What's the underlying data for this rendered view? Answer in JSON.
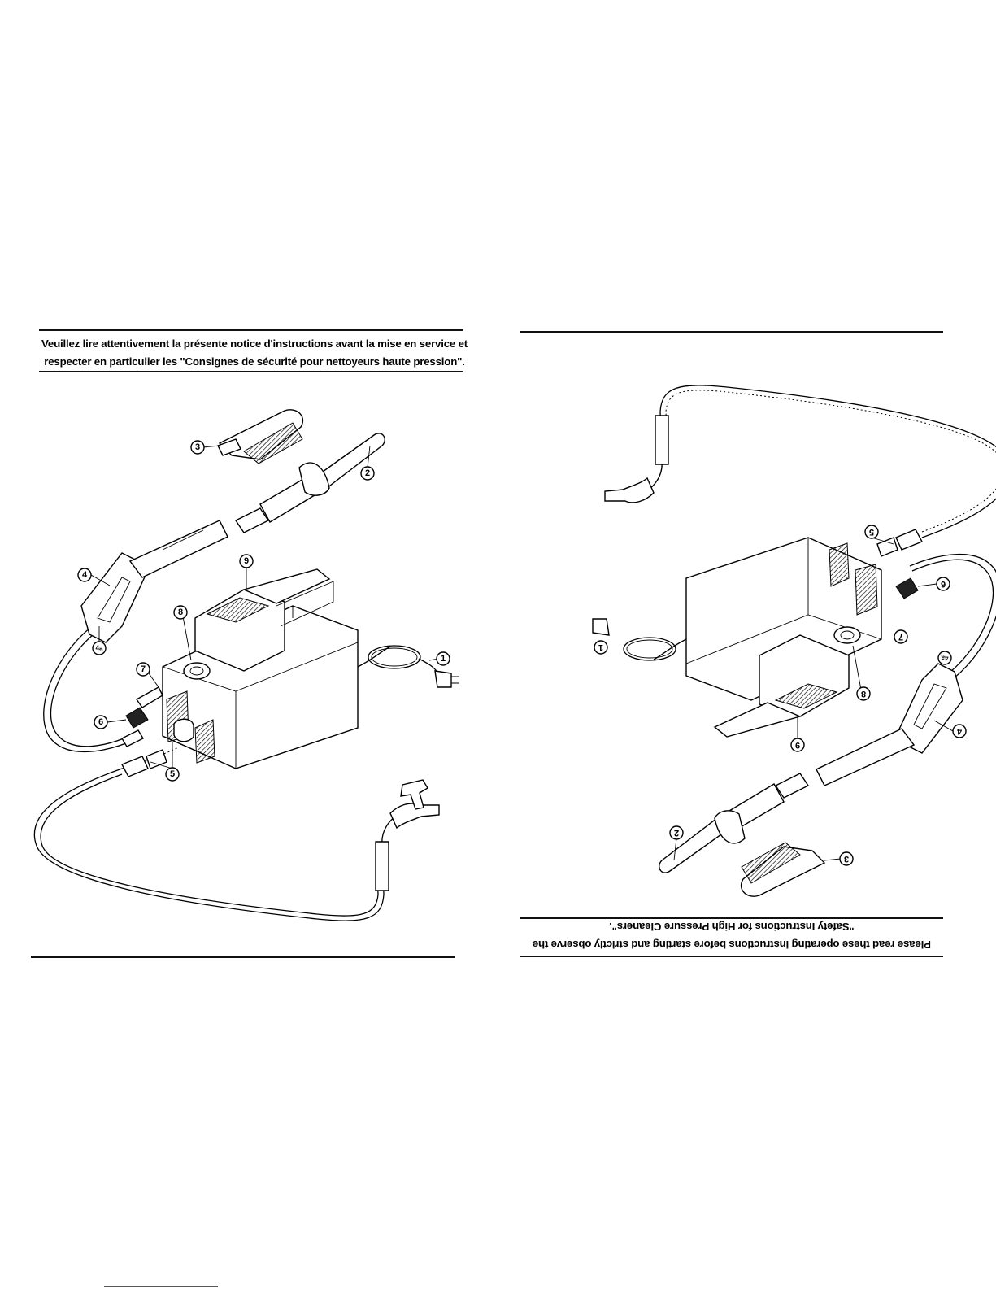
{
  "french_notice": {
    "line1": "Veuillez lire attentivement la présente notice d'instructions avant la mise en service et",
    "line2": "respecter en particulier les \"Consignes de sécurité pour nettoyeurs haute pression\"."
  },
  "english_notice": {
    "line1": "Please read these operating instructions before starting and strictly observe the",
    "line2": "\"Safety Instructions for High Pressure Cleaners\"."
  },
  "callouts_left": {
    "c1": "1",
    "c2": "2",
    "c3": "3",
    "c4": "4",
    "c4a": "4a",
    "c5": "5",
    "c6": "6",
    "c7": "7",
    "c8": "8",
    "c9": "9"
  },
  "callouts_right": {
    "c1": "1",
    "c2": "2",
    "c3": "3",
    "c4": "4",
    "c4a": "4a",
    "c5": "5",
    "c6": "6",
    "c7": "7",
    "c8": "8",
    "c9": "9"
  }
}
